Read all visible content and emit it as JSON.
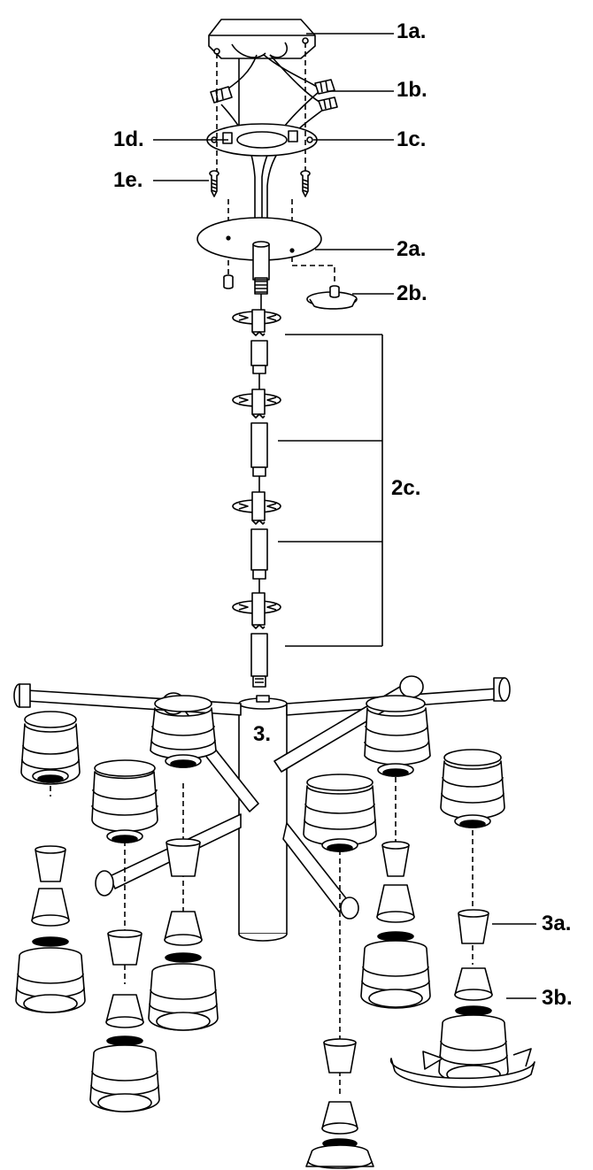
{
  "labels": {
    "l1a": "1a.",
    "l1b": "1b.",
    "l1c": "1c.",
    "l1d": "1d.",
    "l1e": "1e.",
    "l2a": "2a.",
    "l2b": "2b.",
    "l2c": "2c.",
    "l3": "3.",
    "l3a": "3a.",
    "l3b": "3b."
  },
  "colors": {
    "line": "#000000",
    "fill": "#ffffff"
  }
}
